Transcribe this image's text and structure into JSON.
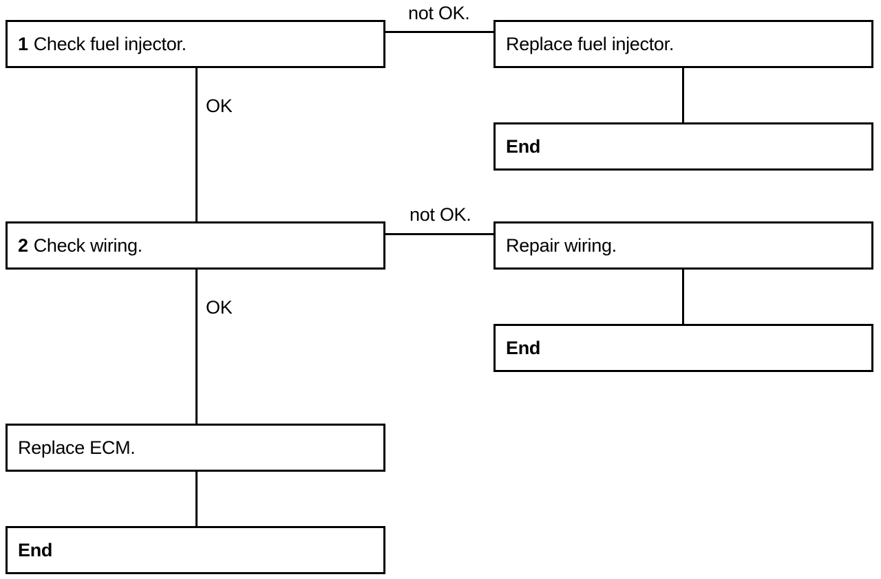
{
  "steps": [
    {
      "number": "1",
      "text": "Check fuel injector."
    },
    {
      "number": "2",
      "text": "Check wiring."
    }
  ],
  "actions": {
    "replace_injector": "Replace fuel injector.",
    "repair_wiring": "Repair wiring.",
    "replace_ecm": "Replace ECM."
  },
  "end_label": "End",
  "branch_labels": {
    "ok": "OK",
    "not_ok": "not OK."
  }
}
